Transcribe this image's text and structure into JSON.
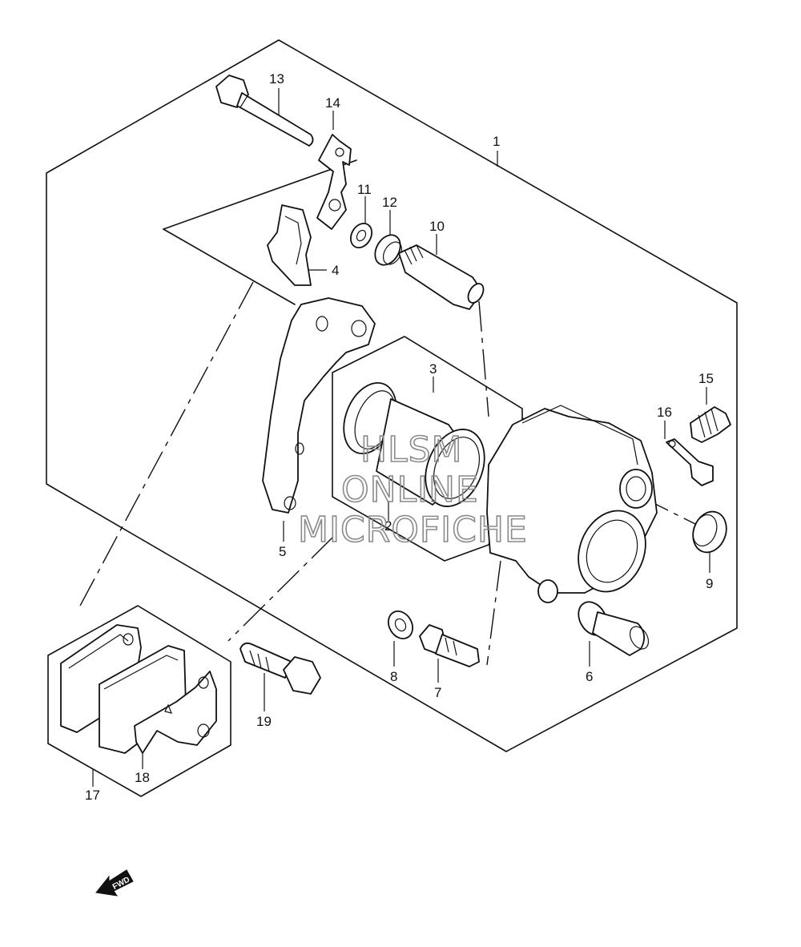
{
  "callouts": {
    "c1": "1",
    "c2": "2",
    "c3": "3",
    "c4": "4",
    "c5": "5",
    "c6": "6",
    "c7": "7",
    "c8": "8",
    "c9": "9",
    "c10": "10",
    "c11": "11",
    "c12": "12",
    "c13": "13",
    "c14": "14",
    "c15": "15",
    "c16": "16",
    "c17": "17",
    "c18": "18",
    "c19": "19"
  },
  "watermark": {
    "line1": "HLSM",
    "line2": "ONLINE",
    "line3": "MICROFICHE"
  },
  "fwd_arrow": {
    "label": "FWD",
    "icon": "fwd-arrow-icon"
  }
}
